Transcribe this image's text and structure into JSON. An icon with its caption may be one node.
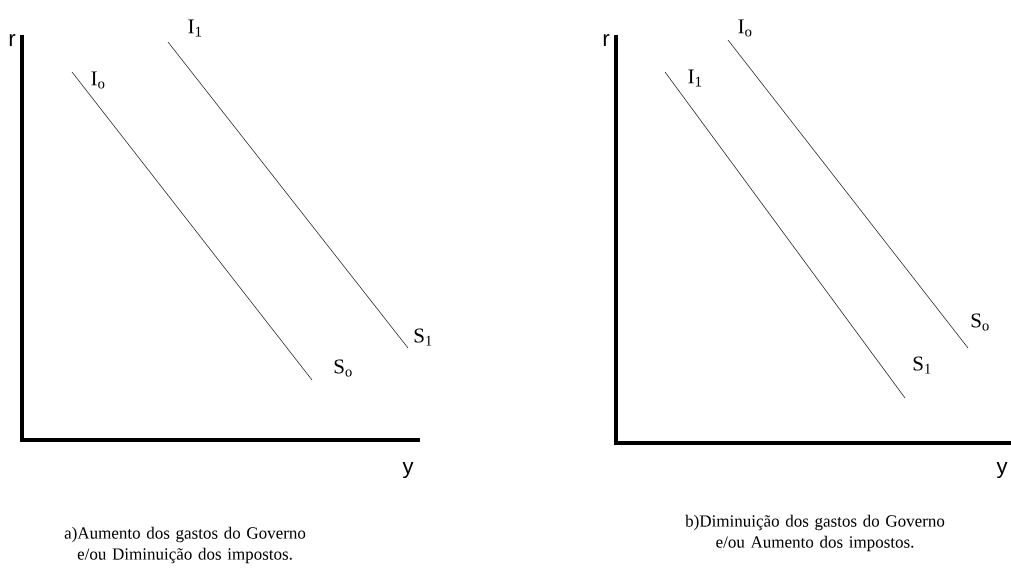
{
  "diagram": {
    "labels": [
      "r",
      "I$_{1}$",
      "I$_{o}$",
      "S$_{1}$",
      "S$_{o}$",
      "y",
      "a)Aumento dos gastos do Governo e/ou Diminuição dos impostos.",
      "r",
      "I$_{o}$",
      "I$_{1}$",
      "S$_{o}$",
      "S$_{1}$",
      "y",
      "b)Diminuição dos gastos do Governo e/ou Aumento dos impostos."
    ]
  }
}
